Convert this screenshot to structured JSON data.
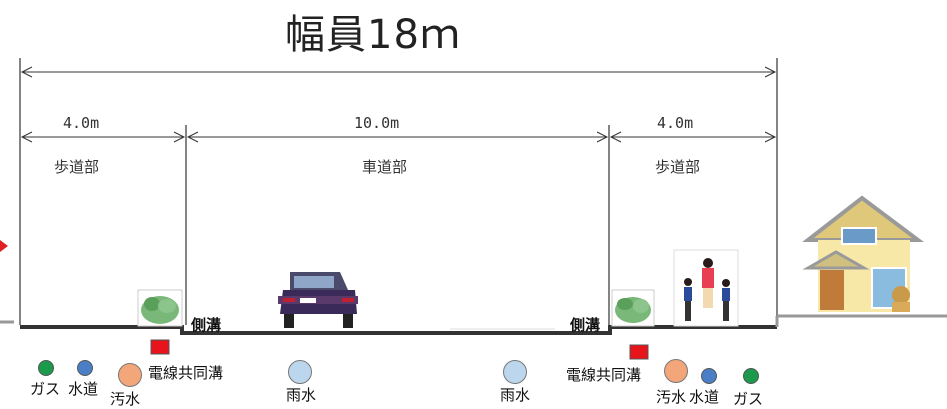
{
  "title": "幅員18ｍ",
  "dimensions": {
    "total": "",
    "left_sidewalk": "4.0m",
    "roadway": "10.0m",
    "right_sidewalk": "4.0m"
  },
  "sections": {
    "left": "歩道部",
    "center": "車道部",
    "right": "歩道部"
  },
  "gutters": {
    "left": "側溝",
    "right": "側溝"
  },
  "utilities_left": {
    "gas": "ガス",
    "water": "水道",
    "sewage": "汚水",
    "cable": "電線共同溝"
  },
  "utilities_center": {
    "rain_left": "雨水",
    "rain_right": "雨水"
  },
  "utilities_right": {
    "cable": "電線共同溝",
    "sewage": "汚水",
    "water": "水道",
    "gas": "ガス"
  },
  "colors": {
    "gas": "#1a9a4a",
    "water": "#4a7fc8",
    "sewage": "#f2a67a",
    "rain": "#bcd6ee",
    "cable": "#e8141c",
    "road": "#333333"
  }
}
